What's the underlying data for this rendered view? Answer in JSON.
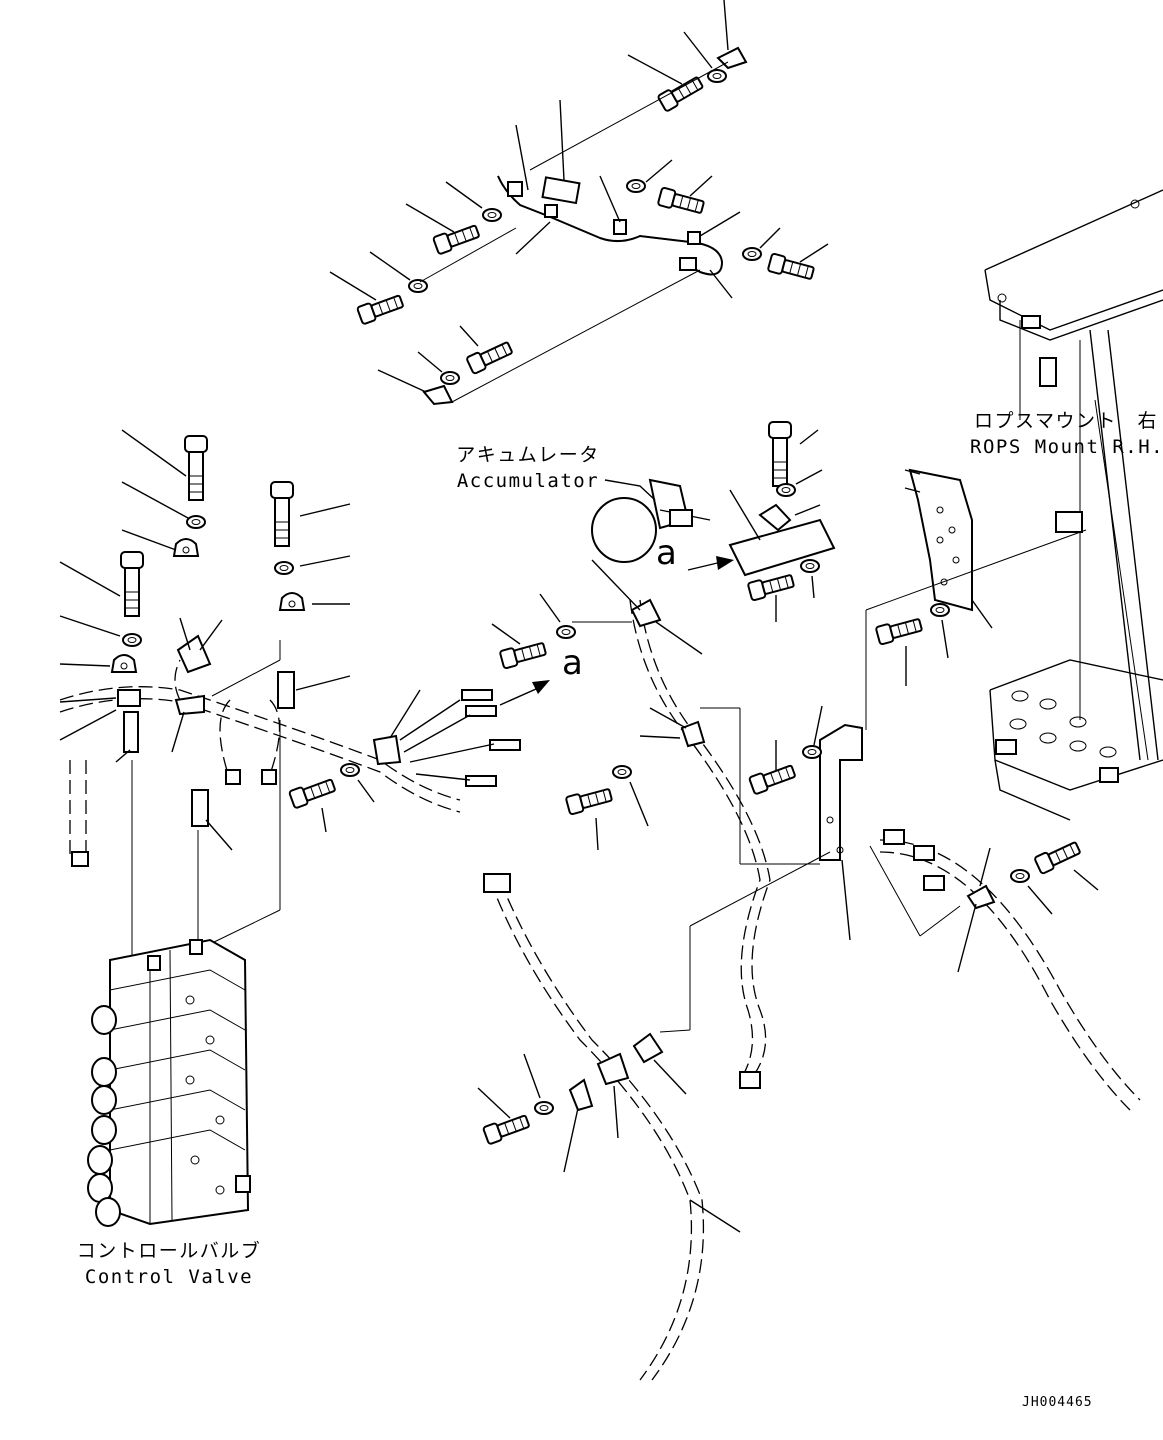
{
  "labels": {
    "accumulator_jp": "アキュムレータ",
    "accumulator_en": "Accumulator",
    "rops_jp": "ロプスマウント　右",
    "rops_en": "ROPS Mount R.H.",
    "control_valve_jp": "コントロールバルブ",
    "control_valve_en": "Control Valve",
    "ref_a1": "a",
    "ref_a2": "a",
    "figure_id": "JH004465"
  }
}
